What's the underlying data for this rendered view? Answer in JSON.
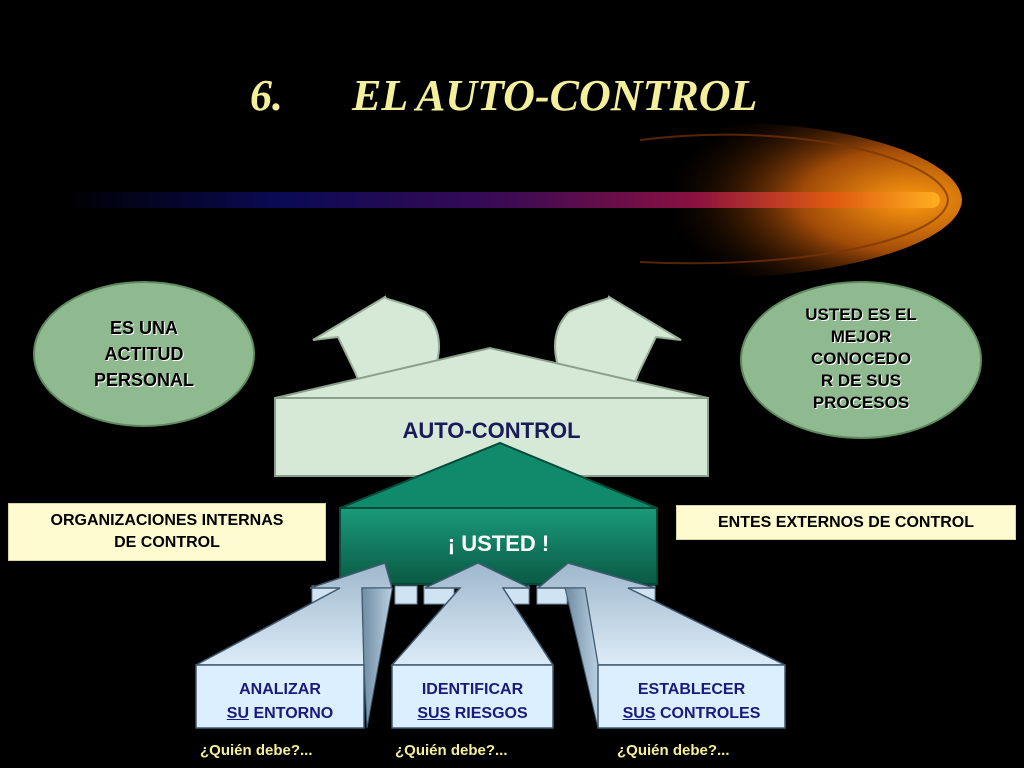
{
  "title": {
    "number": "6.",
    "text": "EL AUTO-CONTROL"
  },
  "ellipse_left": {
    "lines": [
      "ES UNA",
      "ACTITUD",
      "PERSONAL"
    ]
  },
  "ellipse_right": {
    "lines": [
      "USTED ES EL",
      "MEJOR",
      "CONOCEDO",
      "R DE SUS",
      "PROCESOS"
    ]
  },
  "house_top": {
    "label": "AUTO-CONTROL"
  },
  "house_center": {
    "label": "¡ USTED !"
  },
  "box_left": {
    "lines": [
      "ORGANIZACIONES INTERNAS",
      "DE CONTROL"
    ]
  },
  "box_right": {
    "label": "ENTES EXTERNOS DE CONTROL"
  },
  "arrows": [
    {
      "line1": "ANALIZAR",
      "line2_underlined": "SU",
      "line2_rest": "ENTORNO"
    },
    {
      "line1": "IDENTIFICAR",
      "line2_underlined": "SUS",
      "line2_rest": "RIESGOS"
    },
    {
      "line1": "ESTABLECER",
      "line2_underlined": "SUS",
      "line2_rest": "CONTROLES"
    }
  ],
  "captions": [
    "¿Quién  debe?...",
    "¿Quién  debe?...",
    "¿Quién  debe?..."
  ],
  "colors": {
    "title": "#f4ef9a",
    "ellipse": "#8fba8f",
    "pale_green": "#d6e8d6",
    "teal": "#0e6e55",
    "cream": "#fffbd0",
    "arrow_blue": "#cfe3f3",
    "arrow_text": "#1a1a7a"
  }
}
